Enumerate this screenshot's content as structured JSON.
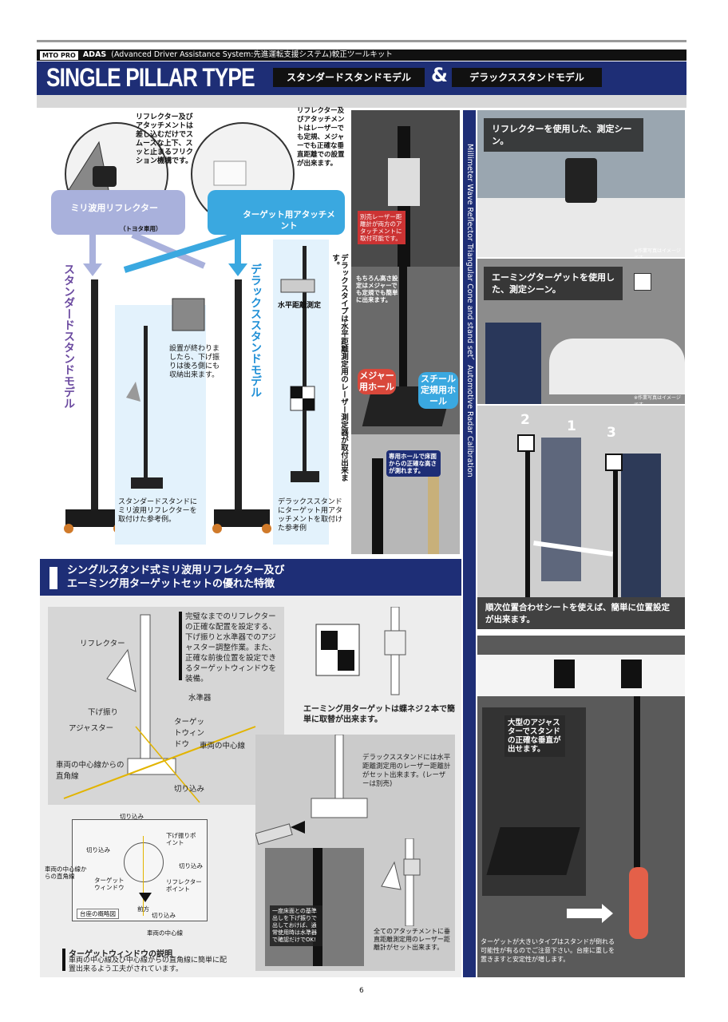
{
  "header": {
    "logo": "MTO PRO",
    "series": "ADAS",
    "subtitle": "(Advanced Driver Assistance System:先進運転支援システム)較正ツールキット"
  },
  "title": {
    "main": "SINGLE PILLAR TYPE",
    "model_std": "スタンダードスタンドモデル",
    "amp": "&",
    "model_dlx": "デラックススタンドモデル"
  },
  "top_left": {
    "note_reflector": "リフレクター及びアタッチメントは差し込むだけでスムースな上下、スッと止まるフリクション機構です。",
    "note_attach": "リフレクター及びアタッチメントはレーザーでも定規、メジャーでも正確な垂直距離での設置が出来ます。",
    "mm_reflector": "ミリ波用リフレクター",
    "mm_reflector_sub": "（トヨタ車用）",
    "target_attach": "ターゲット用アタッチメント",
    "std_model": "スタンダードスタンドモデル",
    "dlx_model": "デラックススタンドモデル",
    "stow_note": "設置が終わりましたら、下げ振りは後ろ側にも収納出来ます。",
    "std_example": "スタンダードスタンドにミリ波用リフレクターを取付けた参考例。",
    "hdist": "水平距離測定",
    "dlx_laser": "デラックスタイプは水平距離測定用のレーザー測定器が取付出来ます。",
    "dlx_example": "デラックススタンドにターゲット用アタッチメントを取付けた参考例"
  },
  "center_photo": {
    "laser_note": "別売レーザー距離計が両方のアタッチメントに取付可能です。",
    "also_note": "もちろん高さ設定はメジャーでも定規でも簡単に出来ます。",
    "tape_hole": "メジャー用ホール",
    "steel_hole": "スチール定規用ホール",
    "floor_hole": "専用ホールで床面からの正確な高さが測れます。"
  },
  "vertical_banner": "Millimeter Wave Reflector Triangular Cone and stand set、Automotive Radar Calibration",
  "right": {
    "cap1": "リフレクターを使用した、測定シーン。",
    "cap2": "エーミングターゲットを使用した、測定シーン。",
    "img_note": "※作業写真はイメージです。",
    "n1": "1",
    "n2": "2",
    "n3": "3",
    "cap3": "順次位置合わせシートを使えば、簡単に位置設定が出来ます。",
    "big_adjuster": "大型のアジャスターでスタンドの正確な垂直が出せます。",
    "big_target": "ターゲットが大きいタイプはスタンドが倒れる可能性が有るのでご注意下さい。台座に重しを置きますと安定性が増します。"
  },
  "features": {
    "head1": "シングルスタンド式ミリ波用リフレクター及び",
    "head2": "エーミング用ターゲットセットの優れた特徴",
    "desc": "完璧なまでのリフレクターの正確な配置を設定する、下げ振りと水準器でのアジャスター調整作業。また、正確な前後位置を設定できるターゲットウィンドウを装備。",
    "reflector": "リフレクター",
    "level": "水準器",
    "plumb": "下げ振り",
    "adjuster": "アジャスター",
    "target_window": "ターゲットウィンドウ",
    "center_line": "車両の中心線",
    "perp": "車両の中心線からの直角線",
    "notch": "切り込み",
    "target_note": "エーミング用ターゲットは蝶ネジ２本で簡単に取替が出来ます。",
    "dlx_note": "デラックススタンドには水平距離測定用のレーザー距離計がセット出来ます。(レーザーは別売)",
    "diag_notch": "切り込み",
    "diag_plumb": "下げ振りポイント",
    "diag_perp": "車両の中心線からの直角線",
    "diag_tw": "ターゲットウィンドウ",
    "diag_refl": "リフレクターポイント",
    "diag_base": "台座の概略図",
    "diag_front": "前方",
    "diag_center": "車両の中心線",
    "once_note": "一度床面との基準出しを下げ振りで出しておけば、通常使用時は水準器で確認だけでOK!",
    "all_attach": "全てのアタッチメントに垂直距離測定用のレーザー距離計がセット出来ます。",
    "tw_title": "ターゲットウィンドウの説明",
    "tw_desc": "車両の中心線及び中心線からの直角線に簡単に配置出来るよう工夫がされています。"
  },
  "page_number": "6",
  "colors": {
    "navy": "#1e2e76",
    "sky": "#3aa8e0",
    "lavender": "#a9b1dc",
    "purple": "#6b4aa0",
    "blue": "#1f8fd6"
  }
}
